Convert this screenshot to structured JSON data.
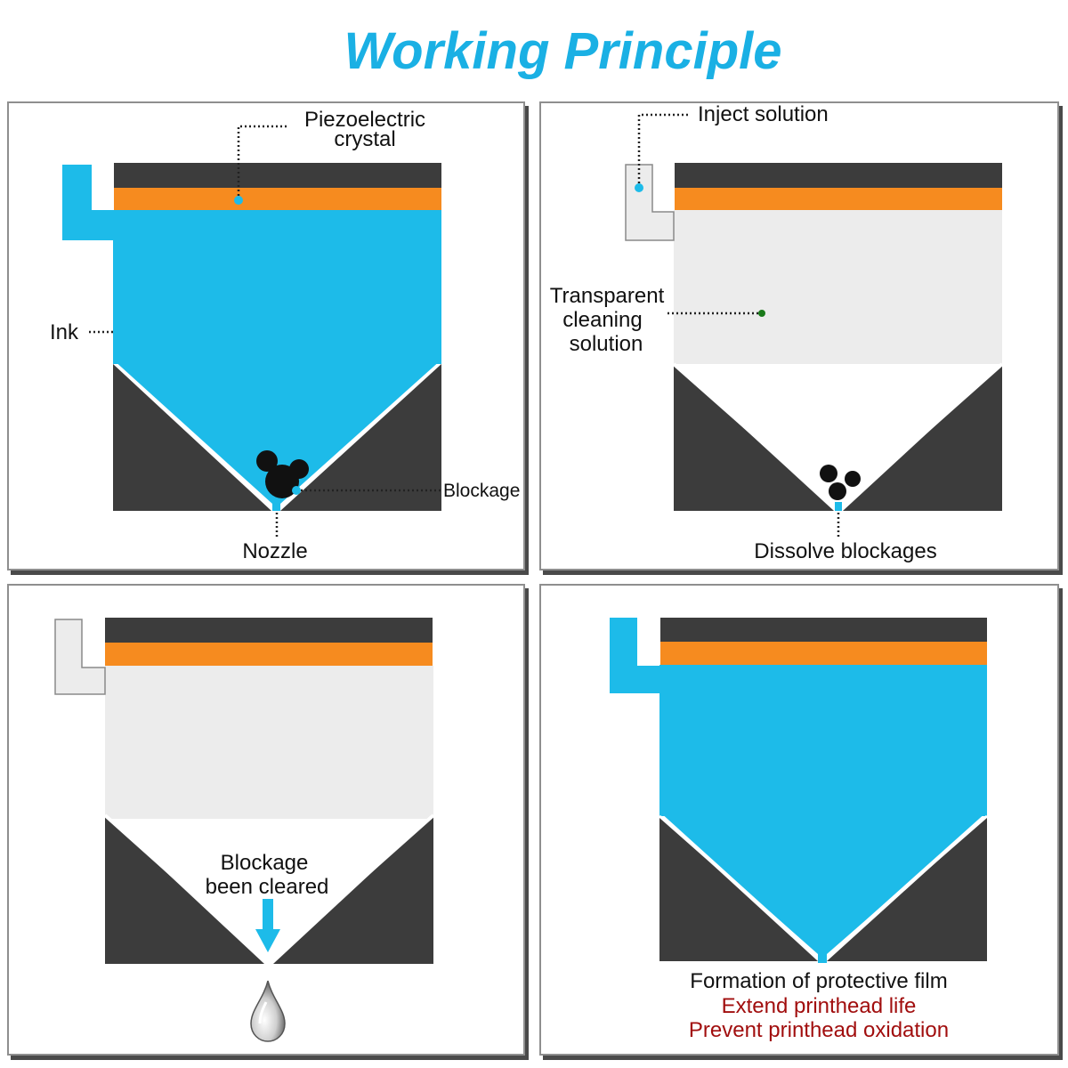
{
  "title": "Working Principle",
  "colors": {
    "title": "#1ab0e4",
    "ink": "#1dbbe9",
    "solution": "#ececec",
    "crystal": "#f68b1f",
    "housing": "#3c3c3c",
    "highlight_text": "#a10e0e",
    "callout_dot_ink": "#1dbbe9",
    "callout_dot_solution": "#1a7a1a"
  },
  "panels": [
    {
      "fill": "ink",
      "labels": {
        "crystal_line1": "Piezoelectric",
        "crystal_line2": "crystal",
        "ink": "Ink",
        "blockage": "Blockage",
        "nozzle": "Nozzle"
      },
      "icons": [
        "clog-particles-icon"
      ]
    },
    {
      "fill": "cleaning solution",
      "labels": {
        "inject": "Inject solution",
        "solution_line1": "Transparent",
        "solution_line2": "cleaning",
        "solution_line3": "solution",
        "dissolve": "Dissolve blockages"
      },
      "icons": [
        "clog-particles-icon"
      ]
    },
    {
      "fill": "cleaning solution",
      "labels": {
        "cleared_line1": "Blockage",
        "cleared_line2": "been cleared"
      },
      "icons": [
        "down-arrow-icon",
        "droplet-icon"
      ]
    },
    {
      "fill": "ink",
      "labels": {
        "film": "Formation of protective film",
        "benefit1": "Extend printhead life",
        "benefit2": "Prevent printhead oxidation"
      },
      "icons": []
    }
  ]
}
